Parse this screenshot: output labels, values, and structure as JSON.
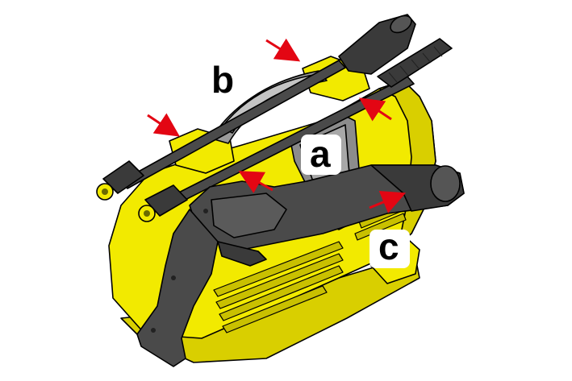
{
  "labels": {
    "a": "a",
    "b": "b",
    "c": "c"
  },
  "colors": {
    "body_yellow": "#f2ea00",
    "body_yellow_shade": "#d9cf00",
    "dark_gray": "#3a3a3a",
    "mid_gray": "#8c8c8c",
    "light_gray": "#b8b8b8",
    "arrow_red": "#e30613",
    "label_box": "#ffffff"
  },
  "icons": [
    "pressure-washer-illustration",
    "red-arrow-icon"
  ]
}
